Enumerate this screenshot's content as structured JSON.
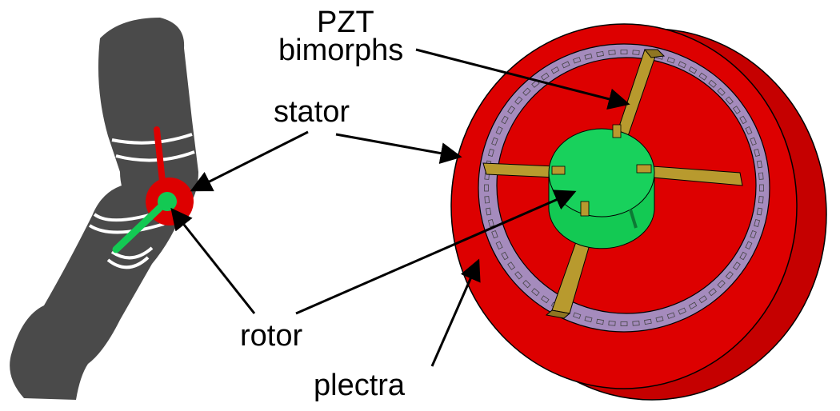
{
  "labels": {
    "pzt_line1": "PZT",
    "pzt_line2": "bimorphs",
    "stator": "stator",
    "rotor": "rotor",
    "plectra": "plectra"
  },
  "colors": {
    "leg": "#4a4a4a",
    "stator": "#dd0000",
    "stator_edge": "#c50000",
    "ring": "#a58bbd",
    "rotor": "#13c953",
    "bimorph": "#b89a2e",
    "bimorph_dark": "#8f7622",
    "arrow": "#000000",
    "strap": "#ffffff"
  },
  "icons": [
    "leg-illustration",
    "motor-illustration"
  ]
}
